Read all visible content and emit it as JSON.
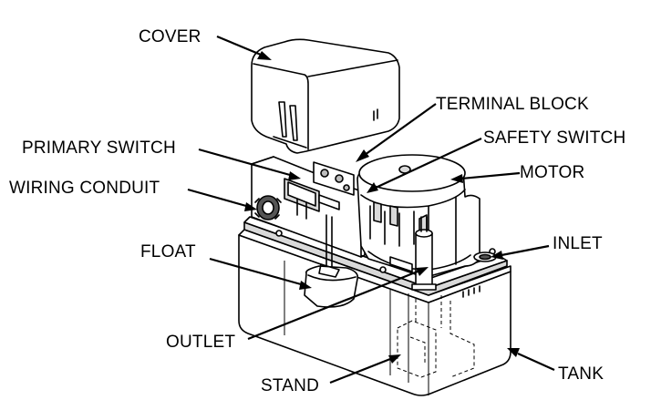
{
  "labels": {
    "cover": "COVER",
    "terminal_block": "TERMINAL BLOCK",
    "primary_switch": "PRIMARY SWITCH",
    "safety_switch": "SAFETY SWITCH",
    "motor": "MOTOR",
    "wiring_conduit": "WIRING CONDUIT",
    "inlet": "INLET",
    "float": "FLOAT",
    "outlet": "OUTLET",
    "tank": "TANK",
    "stand": "STAND"
  }
}
